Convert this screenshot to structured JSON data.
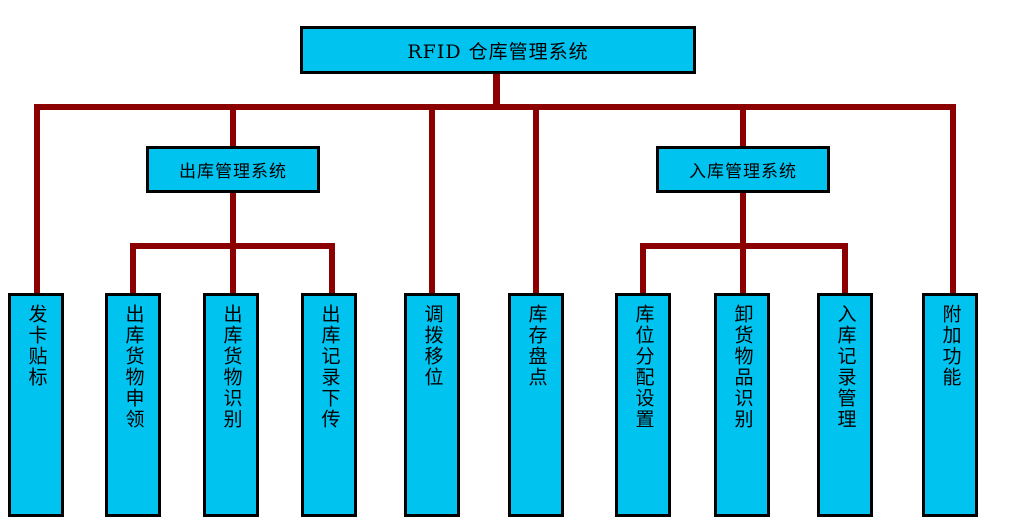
{
  "diagram": {
    "title": "RFID 仓库管理系统",
    "type": "tree-hierarchy",
    "colors": {
      "node_fill": "#00C3F0",
      "node_border": "#000000",
      "connector": "#8B0000",
      "background": "#FFFFFF"
    },
    "root": {
      "label": "RFID 仓库管理系统"
    },
    "groups": [
      {
        "label": "出库管理系统"
      },
      {
        "label": "入库管理系统"
      }
    ],
    "leaves": [
      {
        "label": "发卡贴标"
      },
      {
        "label": "出库货物申领"
      },
      {
        "label": "出库货物识别"
      },
      {
        "label": "出库记录下传"
      },
      {
        "label": "调拨移位"
      },
      {
        "label": "库存盘点"
      },
      {
        "label": "库位分配设置"
      },
      {
        "label": "卸货物品识别"
      },
      {
        "label": "入库记录管理"
      },
      {
        "label": "附加功能"
      }
    ]
  }
}
